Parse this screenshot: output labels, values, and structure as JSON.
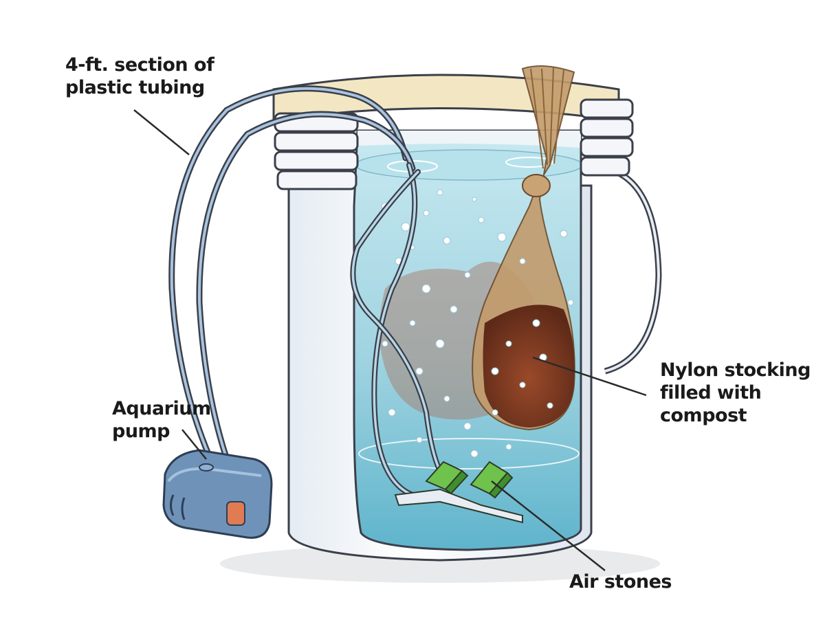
{
  "labels": {
    "tubing": {
      "line1": "4-ft. section of",
      "line2": "plastic tubing"
    },
    "pump": {
      "line1": "Aquarium",
      "line2": "pump"
    },
    "stocking": {
      "line1": "Nylon stocking",
      "line2": "filled with",
      "line3": "compost"
    },
    "stones": {
      "line1": "Air stones"
    }
  },
  "colors": {
    "water": "#9fd3e0",
    "water_deep": "#5fb4cc",
    "bucket": "#f3f6f9",
    "bucket_outline": "#3b3f4a",
    "lid_rim": "#f3e7c3",
    "tubing": "#7f9fc0",
    "pump": "#6f92b8",
    "compost": "#7a3b22",
    "stocking": "#c39b6b",
    "air_stone": "#6fc24b"
  }
}
